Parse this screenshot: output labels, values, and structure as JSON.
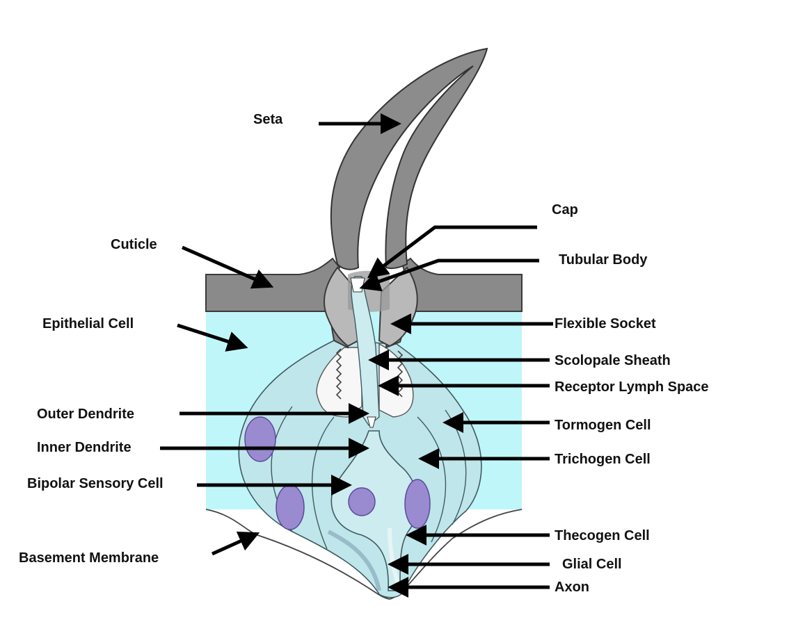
{
  "labels": {
    "seta": "Seta",
    "cap": "Cap",
    "cuticle": "Cuticle",
    "tubular_body": "Tubular Body",
    "epithelial_cell": "Epithelial Cell",
    "flexible_socket": "Flexible Socket",
    "scolopale_sheath": "Scolopale Sheath",
    "receptor_lymph_space": "Receptor Lymph Space",
    "outer_dendrite": "Outer Dendrite",
    "tormogen_cell": "Tormogen Cell",
    "inner_dendrite": "Inner Dendrite",
    "trichogen_cell": "Trichogen Cell",
    "bipolar_sensory_cell": "Bipolar Sensory Cell",
    "thecogen_cell": "Thecogen Cell",
    "basement_membrane": "Basement Membrane",
    "glial_cell": "Glial Cell",
    "axon": "Axon"
  },
  "colors": {
    "epithelium": "#bff6fa",
    "cuticle": "#8a8a8a",
    "socket": "#b9b9b9",
    "cell_fill": "#bfe6ea",
    "nucleus": "#9a8ad0",
    "arrow": "#000000"
  }
}
